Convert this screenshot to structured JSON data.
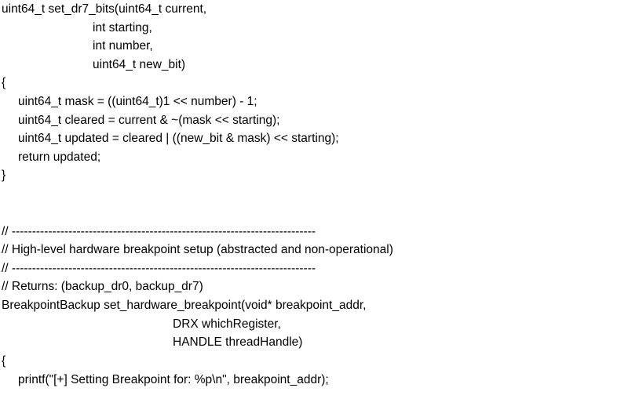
{
  "document": {
    "lines": [
      {
        "text": "uint64_t set_dr7_bits(uint64_t current,"
      },
      {
        "text": "int starting,"
      },
      {
        "text": "int number,"
      },
      {
        "text": "uint64_t new_bit)"
      },
      {
        "text": "{"
      },
      {
        "text": "uint64_t mask = ((uint64_t)1 << number) - 1;"
      },
      {
        "text": "uint64_t cleared = current & ~(mask << starting);"
      },
      {
        "text": "uint64_t updated = cleared | ((new_bit & mask) << starting);"
      },
      {
        "text": "return updated;"
      },
      {
        "text": "}"
      },
      {
        "text": "// ---------------------------------------------------------------------------"
      },
      {
        "text": "// High-level hardware breakpoint setup (abstracted and non-operational)"
      },
      {
        "text": "// ---------------------------------------------------------------------------"
      },
      {
        "text": "// Returns: (backup_dr0, backup_dr7)"
      },
      {
        "text": "BreakpointBackup set_hardware_breakpoint(void* breakpoint_addr,"
      },
      {
        "text": "DRX whichRegister,"
      },
      {
        "text": "HANDLE threadHandle)"
      },
      {
        "text": "{"
      },
      {
        "text": "printf(\"[+] Setting Breakpoint for: %p\\n\", breakpoint_addr);"
      }
    ]
  }
}
